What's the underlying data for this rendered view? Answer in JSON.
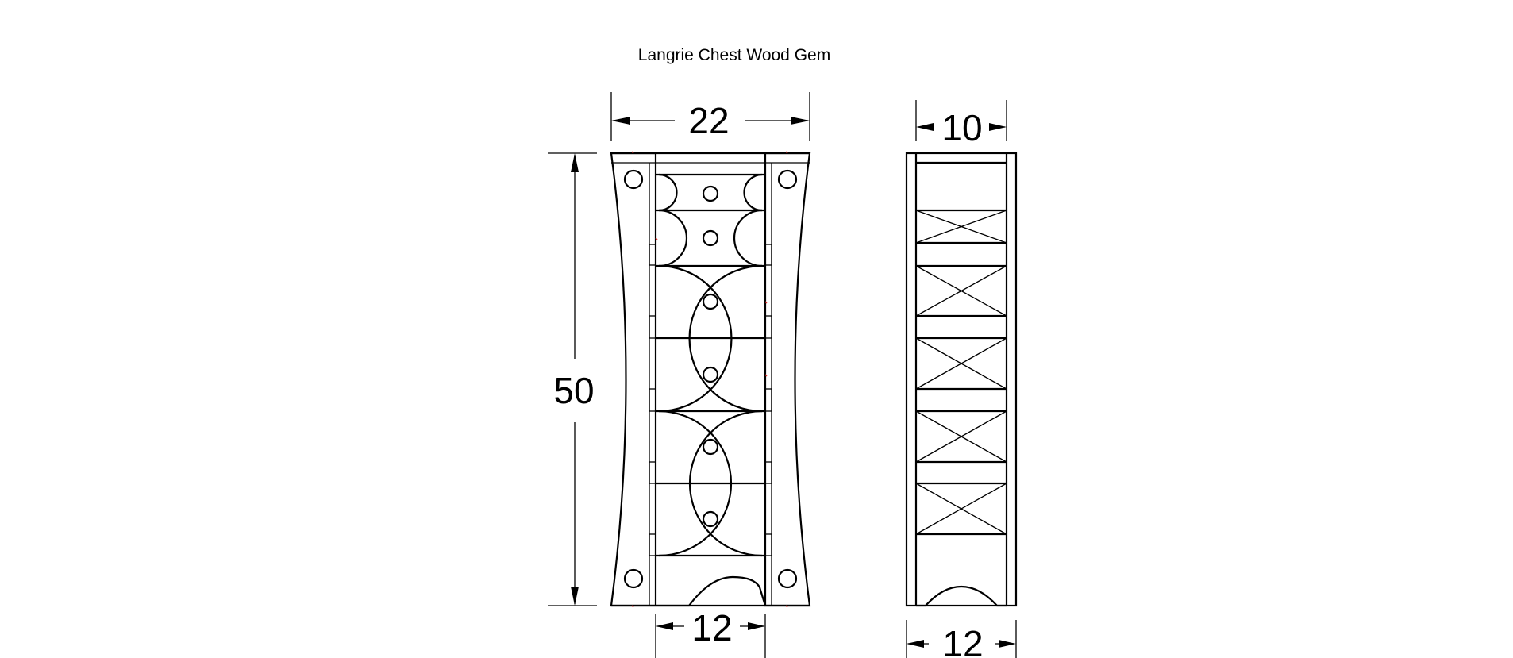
{
  "title": "Langrie Chest  Wood Gem",
  "front_view": {
    "width_top": "22",
    "height": "50",
    "width_bottom": "12"
  },
  "side_view": {
    "width_top": "10",
    "width_bottom": "12"
  }
}
